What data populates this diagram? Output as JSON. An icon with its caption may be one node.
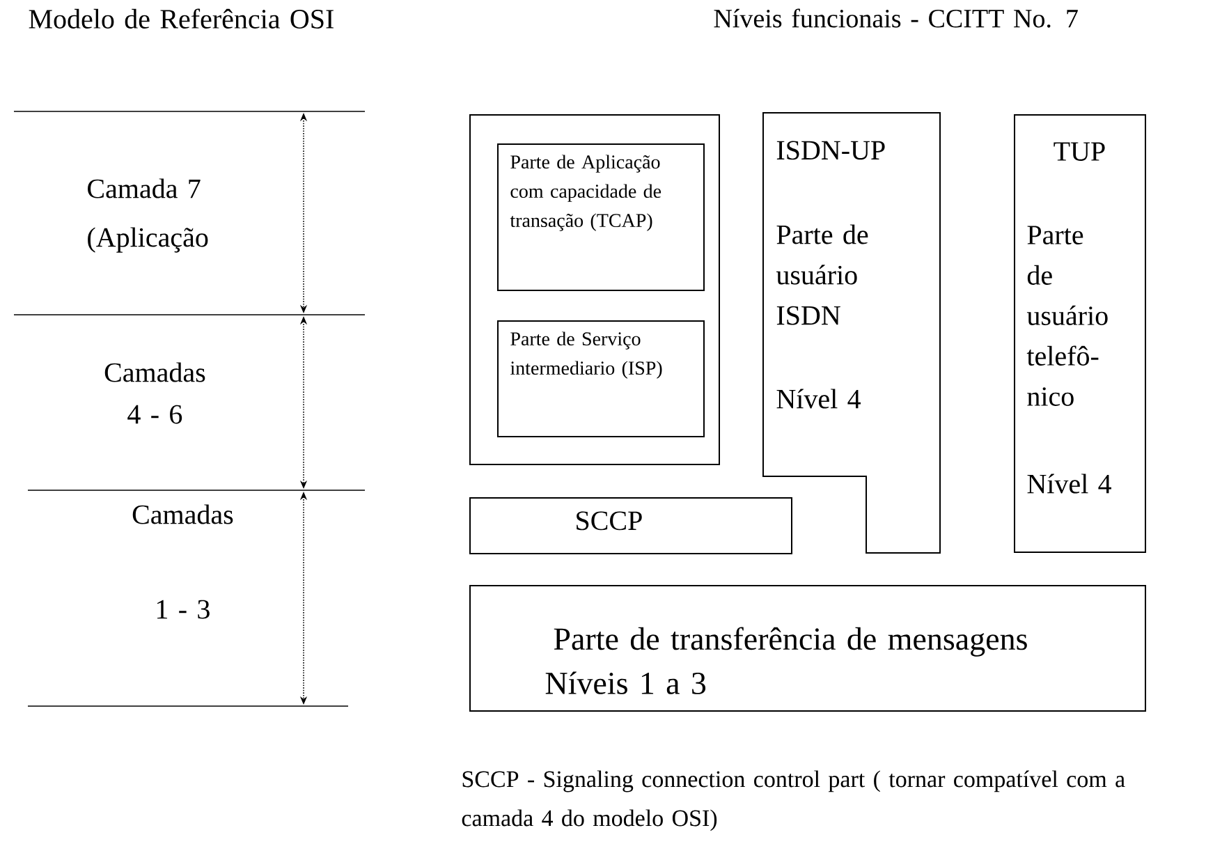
{
  "diagram": {
    "nodes": [
      {
        "text": [],
        "shape": "box"
      },
      {
        "text": [
          "Parte de Aplicação com capacidade de transação (TCAP)"
        ],
        "in": 0
      },
      {
        "text": [
          "Parte de Serviço intermediario (ISP)"
        ],
        "in": 0
      },
      {
        "text": [
          "ISDN-UP",
          "Parte de usuário ISDN",
          "Nível 4"
        ]
      },
      {
        "text": [
          "TUP",
          "Parte de usuário telefô- nico",
          "Nível 4"
        ]
      },
      {
        "text": [
          "SCCP"
        ]
      },
      {
        "text": [
          "Parte de transferência de mensagens",
          "Níveis 1 a 3"
        ]
      }
    ],
    "labels": [
      "Modelo de Referência OSI",
      "Níveis funcionais - CCITT No. 7",
      "Camada 7 (Aplicação",
      "Camadas 4 - 6",
      "Camadas 1 - 3"
    ],
    "caption": "SCCP - Signaling connection control part ( tornar compatível com a camada 4 do modelo OSI)"
  }
}
